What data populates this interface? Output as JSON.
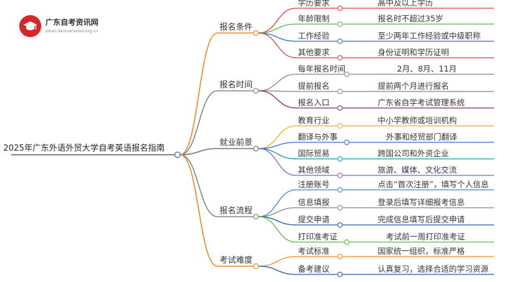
{
  "logo": {
    "title": "广东自考资讯网",
    "subtitle": "zikao.danlueraxies.org.cn"
  },
  "root": "2025年广东外语外贸大学自考英语报名指南",
  "branches": [
    {
      "label": "报名条件",
      "color": "#f08a2a",
      "items": [
        {
          "key": "学历要求",
          "value": "高中及以上学历",
          "color": "#e8403a"
        },
        {
          "key": "年龄限制",
          "value": "报名时不超过35岁",
          "color": "#5bbd4a"
        },
        {
          "key": "工作经验",
          "value": "至少两年工作经验或中级职称",
          "color": "#3f6fd8"
        },
        {
          "key": "其他要求",
          "value": "身份证明和学历证明",
          "color": "#e8403a"
        }
      ]
    },
    {
      "label": "报名时间",
      "color": "#8a8a8a",
      "items": [
        {
          "key": "每年报名时间",
          "value": "2月、8月、11月",
          "color": "#8a8a8a"
        },
        {
          "key": "提前报名",
          "value": "提前两个月进行报名",
          "color": "#8a8a8a"
        },
        {
          "key": "报名入口",
          "value": "广东省自学考试管理系统",
          "color": "#8b3a3a"
        }
      ]
    },
    {
      "label": "就业前景",
      "color": "#7a7a7a",
      "items": [
        {
          "key": "教育行业",
          "value": "中小学教师或培训机构",
          "color": "#e0b820"
        },
        {
          "key": "翻译与外事",
          "value": "外事和经贸部门翻译",
          "color": "#3f6fd8"
        },
        {
          "key": "国际贸易",
          "value": "跨国公司和外资企业",
          "color": "#1aa3a3"
        },
        {
          "key": "其他领域",
          "value": "旅游、媒体、文化交流",
          "color": "#9a5cc8"
        }
      ]
    },
    {
      "label": "报名流程",
      "color": "#8a8a8a",
      "items": [
        {
          "key": "注册账号",
          "value": "点击“首次注册”，填写个人信息",
          "color": "#3f8ee8"
        },
        {
          "key": "信息填报",
          "value": "登录后填写详细报考信息",
          "color": "#8a8a8a"
        },
        {
          "key": "提交申请",
          "value": "完成信息填写后提交申请",
          "color": "#2a5fb0"
        },
        {
          "key": "打印准考证",
          "value": "考试前一周打印准考证",
          "color": "#5bbd4a"
        }
      ]
    },
    {
      "label": "考试难度",
      "color": "#f08a2a",
      "items": [
        {
          "key": "考试标准",
          "value": "国家统一组织，标准严格",
          "color": "#f08a2a"
        },
        {
          "key": "备考建议",
          "value": "认真复习，选择合适的学习资源",
          "color": "#2a5fb0"
        }
      ]
    }
  ]
}
